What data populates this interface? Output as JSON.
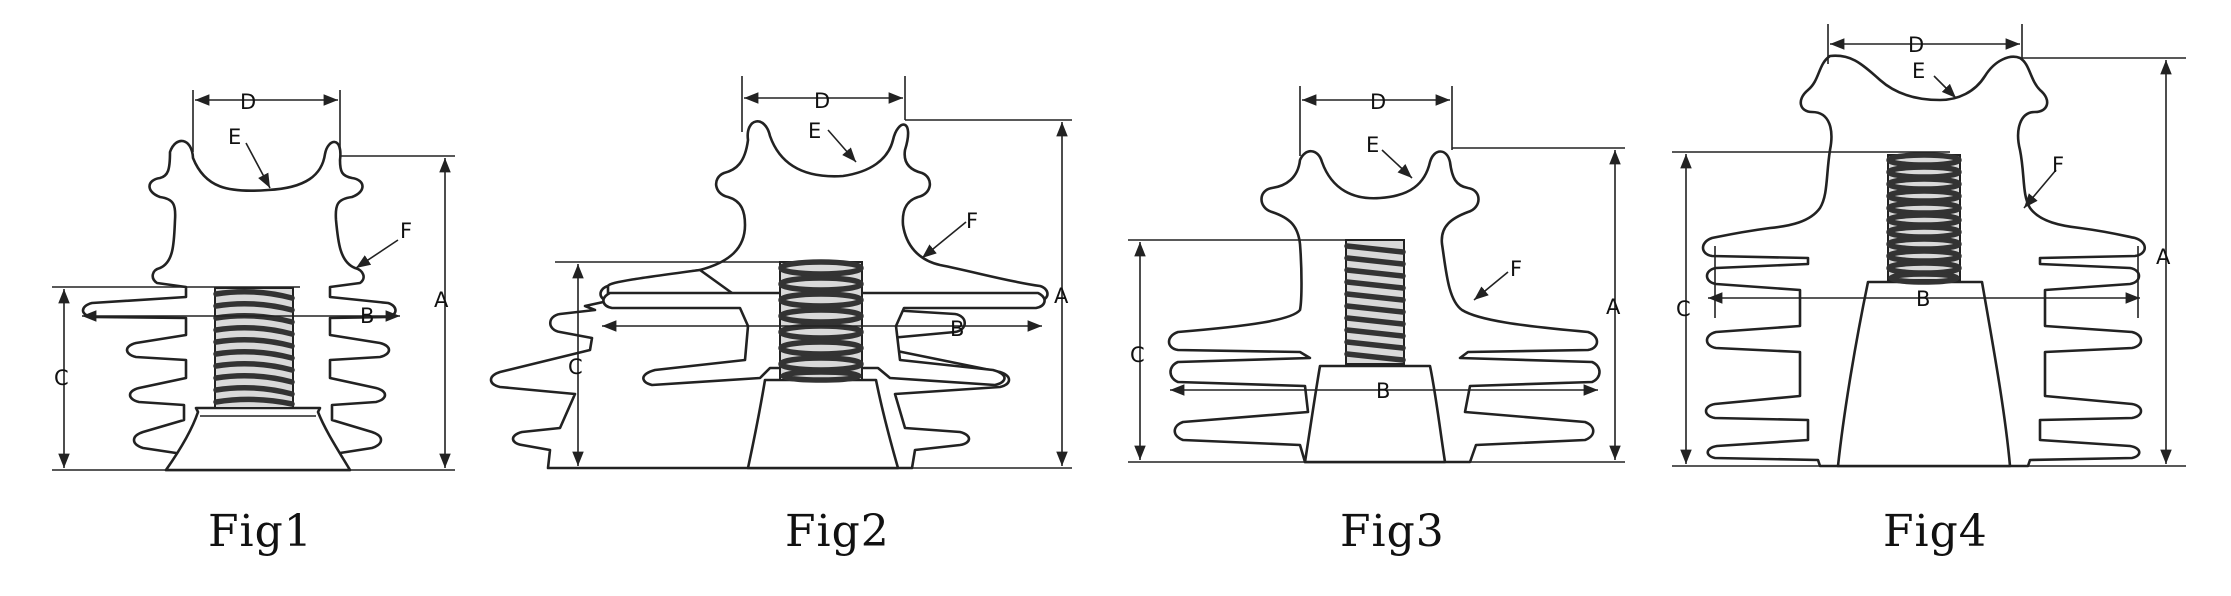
{
  "figures": [
    {
      "id": "fig1",
      "caption": "Fig1",
      "labels": {
        "a": "A",
        "b": "B",
        "c": "C",
        "d": "D",
        "e": "E",
        "f": "F"
      }
    },
    {
      "id": "fig2",
      "caption": "Fig2",
      "labels": {
        "a": "A",
        "b": "B",
        "c": "C",
        "d": "D",
        "e": "E",
        "f": "F"
      }
    },
    {
      "id": "fig3",
      "caption": "Fig3",
      "labels": {
        "a": "A",
        "b": "B",
        "c": "C",
        "d": "D",
        "e": "E",
        "f": "F"
      }
    },
    {
      "id": "fig4",
      "caption": "Fig4",
      "labels": {
        "a": "A",
        "b": "B",
        "c": "C",
        "d": "D",
        "e": "E",
        "f": "F"
      }
    }
  ],
  "colors": {
    "line": "#222222",
    "background": "#ffffff",
    "thread": "#333333"
  }
}
